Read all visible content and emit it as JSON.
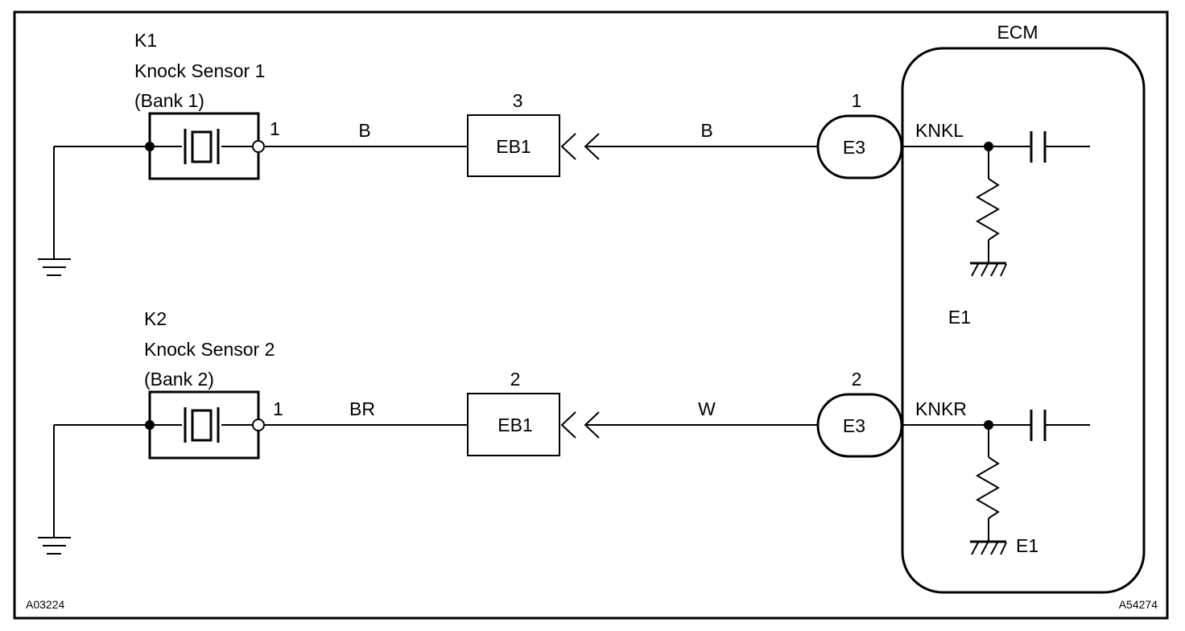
{
  "ecm": {
    "title": "ECM",
    "ground_label": "E1",
    "ground_label_bottom": "E1"
  },
  "circuits": [
    {
      "sensor_id": "K1",
      "sensor_name": "Knock Sensor 1",
      "sensor_bank": "(Bank 1)",
      "sensor_pin": "1",
      "wire_left": "B",
      "junction_pin": "3",
      "junction_label": "EB1",
      "wire_right": "B",
      "connector_pin": "1",
      "connector_label": "E3",
      "ecm_terminal": "KNKL"
    },
    {
      "sensor_id": "K2",
      "sensor_name": "Knock Sensor 2",
      "sensor_bank": "(Bank 2)",
      "sensor_pin": "1",
      "wire_left": "BR",
      "junction_pin": "2",
      "junction_label": "EB1",
      "wire_right": "W",
      "connector_pin": "2",
      "connector_label": "E3",
      "ecm_terminal": "KNKR"
    }
  ],
  "footer": {
    "left_code": "A03224",
    "right_code": "A54274"
  }
}
